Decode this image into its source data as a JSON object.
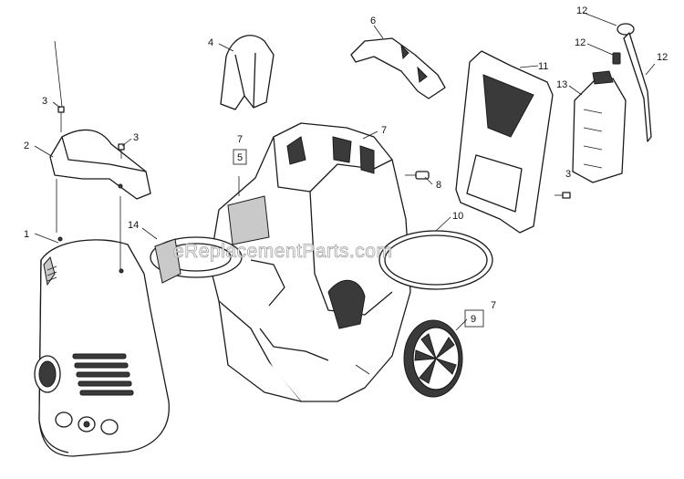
{
  "diagram": {
    "callouts": [
      {
        "id": "c1",
        "label": "1"
      },
      {
        "id": "c2",
        "label": "2"
      },
      {
        "id": "c3a",
        "label": "3"
      },
      {
        "id": "c3b",
        "label": "3"
      },
      {
        "id": "c3c",
        "label": "3"
      },
      {
        "id": "c4",
        "label": "4"
      },
      {
        "id": "c5",
        "label": "5"
      },
      {
        "id": "c6",
        "label": "6"
      },
      {
        "id": "c7a",
        "label": "7"
      },
      {
        "id": "c7b",
        "label": "7"
      },
      {
        "id": "c7c",
        "label": "7"
      },
      {
        "id": "c8",
        "label": "8"
      },
      {
        "id": "c9",
        "label": "9"
      },
      {
        "id": "c10",
        "label": "10"
      },
      {
        "id": "c11",
        "label": "11"
      },
      {
        "id": "c12a",
        "label": "12"
      },
      {
        "id": "c12b",
        "label": "12"
      },
      {
        "id": "c12c",
        "label": "12"
      },
      {
        "id": "c13",
        "label": "13"
      },
      {
        "id": "c14",
        "label": "14"
      }
    ],
    "watermark": "eReplacementParts.com"
  }
}
